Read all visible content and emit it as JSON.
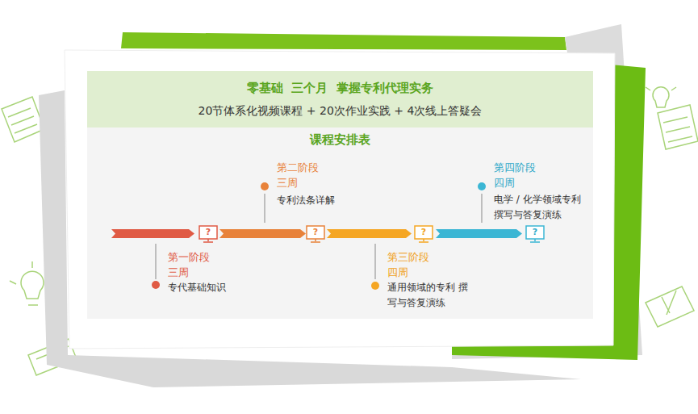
{
  "diagram": {
    "title": "零基础  三个月  掌握专利代理实务",
    "labels": [
      "20节体系化视频课程 + 20次作业实践 + 4次线上答疑会",
      "课程安排表",
      "第一阶段",
      "三周",
      "专代基础知识",
      "第二阶段",
      "三周",
      "专利法条详解",
      "第三阶段",
      "四周",
      "通用领域的专利 撰写与答复演练",
      "第四阶段",
      "四周",
      "电学 / 化学领域专利撰写与答复演练",
      "?",
      "?",
      "?",
      "?"
    ]
  }
}
